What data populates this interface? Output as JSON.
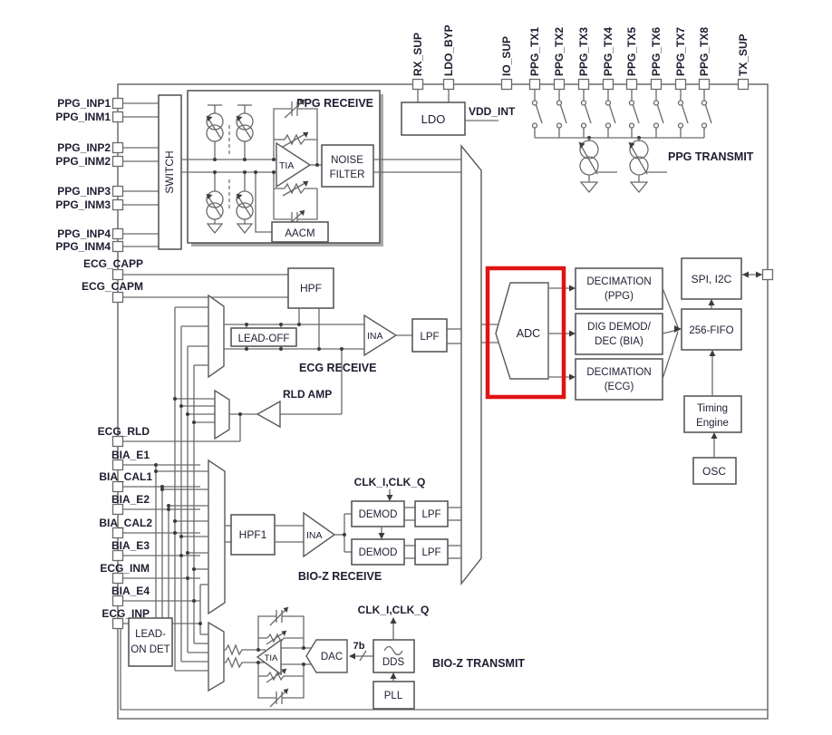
{
  "colors": {
    "highlight": "#e01313",
    "wire": "#6a6a6a",
    "text": "#1d1d31"
  },
  "chip": {
    "top_pins": [
      "RX_SUP",
      "LDO_BYP",
      "IO_SUP",
      "PPG_TX1",
      "PPG_TX2",
      "PPG_TX3",
      "PPG_TX4",
      "PPG_TX5",
      "PPG_TX6",
      "PPG_TX7",
      "PPG_TX8",
      "TX_SUP"
    ],
    "left_pins": [
      "PPG_INP1",
      "PPG_INM1",
      "PPG_INP2",
      "PPG_INM2",
      "PPG_INP3",
      "PPG_INM3",
      "PPG_INP4",
      "PPG_INM4",
      "ECG_CAPP",
      "ECG_CAPM",
      "ECG_RLD",
      "BIA_E1",
      "BIA_CAL1",
      "BIA_E2",
      "BIA_CAL2",
      "BIA_E3",
      "ECG_INM",
      "BIA_E4",
      "ECG_INP"
    ],
    "blocks": {
      "switch": "SWITCH",
      "ppg_receive_title": "PPG RECEIVE",
      "tia_ppg": "TIA",
      "noise_filter_line1": "NOISE",
      "noise_filter_line2": "FILTER",
      "aacm": "AACM",
      "ldo": "LDO",
      "vdd_int": "VDD_INT",
      "ppg_transmit_title": "PPG TRANSMIT",
      "hpf": "HPF",
      "lead_off": "LEAD-OFF",
      "ina_ecg": "INA",
      "lpf_ecg": "LPF",
      "ecg_receive_title": "ECG RECEIVE",
      "rld_amp": "RLD AMP",
      "adc": "ADC",
      "dec_ppg_line1": "DECIMATION",
      "dec_ppg_line2": "(PPG)",
      "dig_demod_line1": "DIG DEMOD/",
      "dig_demod_line2": "DEC (BIA)",
      "dec_ecg_line1": "DECIMATION",
      "dec_ecg_line2": "(ECG)",
      "spi": "SPI, I2C",
      "fifo": "256-FIFO",
      "timing_line1": "Timing",
      "timing_line2": "Engine",
      "osc": "OSC",
      "clk_bia_rx": "CLK_I,CLK_Q",
      "hpf1": "HPF1",
      "ina_bia": "INA",
      "demod_top": "DEMOD",
      "demod_bot": "DEMOD",
      "lpf_bia_top": "LPF",
      "lpf_bia_bot": "LPF",
      "bioz_receive_title": "BIO-Z RECEIVE",
      "lead_on_line1": "LEAD-",
      "lead_on_line2": "ON DET",
      "tia_bia": "TIA",
      "dac": "DAC",
      "bus_width": "7b",
      "dds": "DDS",
      "pll": "PLL",
      "clk_bia_tx": "CLK_I,CLK_Q",
      "bioz_transmit_title": "BIO-Z TRANSMIT"
    }
  }
}
